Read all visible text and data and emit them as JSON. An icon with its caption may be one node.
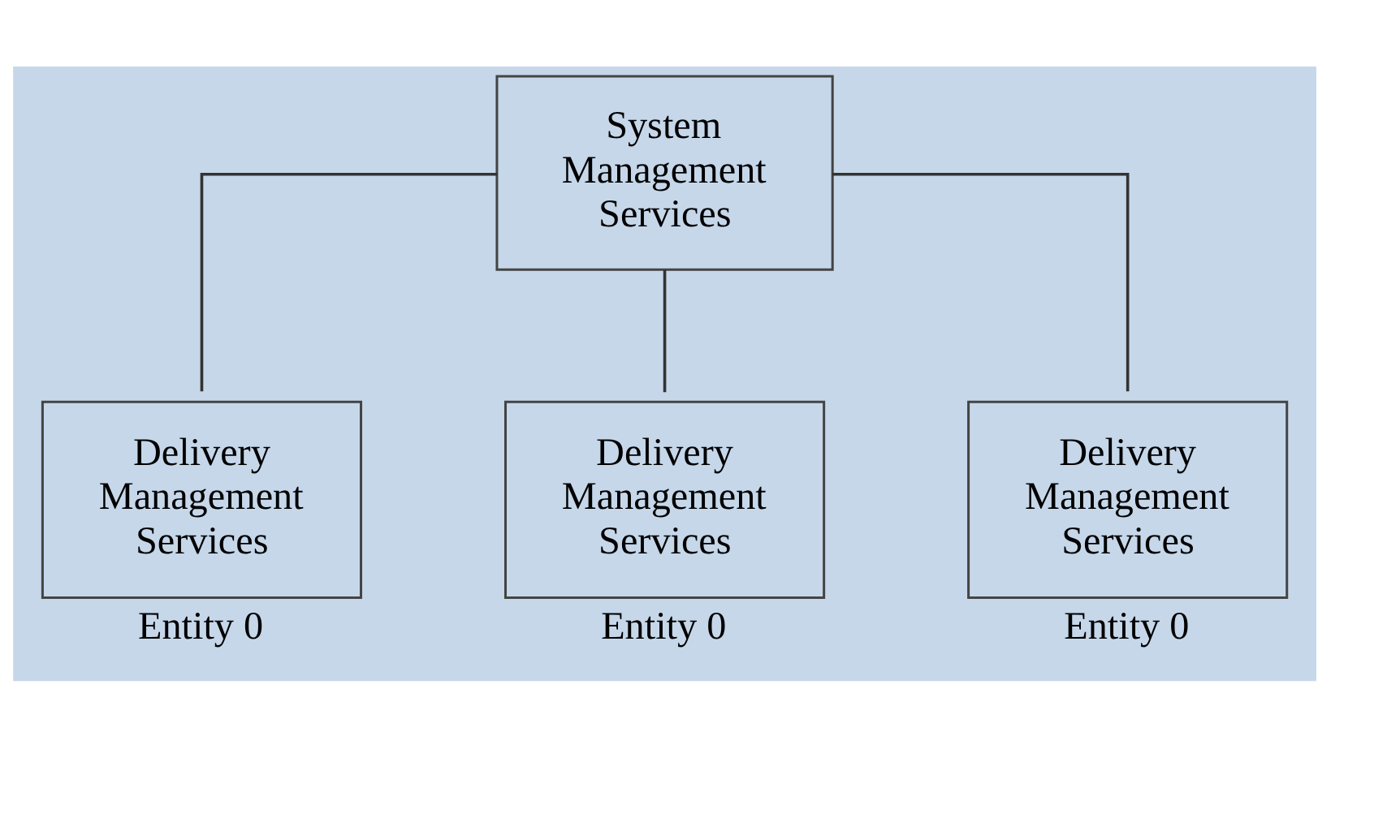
{
  "diagram": {
    "nodes": [
      {
        "text": [
          "System Management Services"
        ]
      },
      {
        "text": [
          "Delivery Management Services"
        ],
        "beside": [
          "Entity 0"
        ]
      },
      {
        "text": [
          "Delivery Management Services"
        ],
        "beside": [
          "Entity 0"
        ]
      },
      {
        "text": [
          "Delivery Management Services"
        ],
        "beside": [
          "Entity 0"
        ]
      }
    ],
    "edges": [
      {
        "from": 0,
        "to": 1,
        "arrow": "none"
      },
      {
        "from": 0,
        "to": 2,
        "arrow": "none"
      },
      {
        "from": 0,
        "to": 3,
        "arrow": "none"
      }
    ]
  }
}
